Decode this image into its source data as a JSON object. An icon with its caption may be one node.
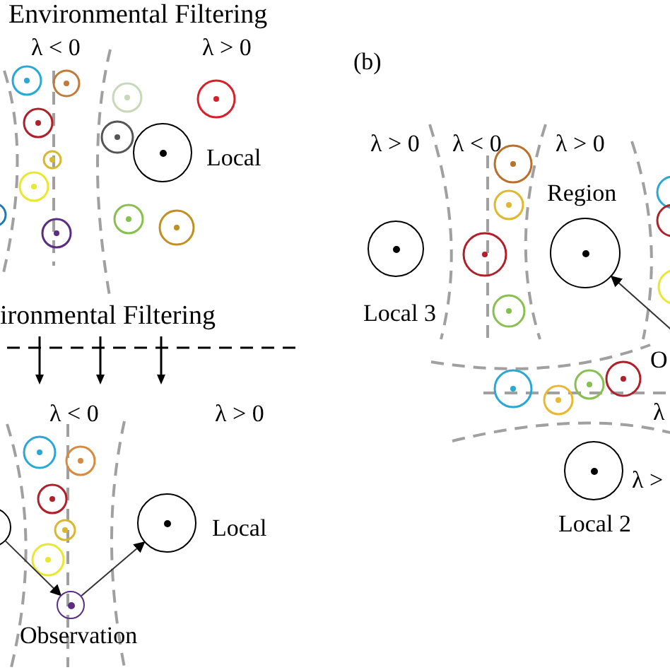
{
  "diagram": {
    "nodes": [
      {
        "text": [],
        "beside": [
          "Local"
        ],
        "shape": "circle"
      },
      {
        "text": [],
        "shape": "circle"
      },
      {
        "text": [],
        "beside": [
          "Observation"
        ],
        "shape": "circle"
      },
      {
        "text": [],
        "beside": [
          "Local"
        ],
        "shape": "circle"
      },
      {
        "text": [],
        "beside": [
          "Local 3"
        ],
        "shape": "circle"
      },
      {
        "text": [],
        "beside": [
          "Region"
        ],
        "shape": "circle"
      },
      {
        "text": [],
        "beside": [
          "Local 2"
        ],
        "shape": "circle"
      }
    ],
    "edges": [
      {
        "from": 1,
        "to": 2,
        "arrow": "to"
      },
      {
        "from": 2,
        "to": 3,
        "arrow": "to"
      },
      {
        "from": null,
        "to": 5,
        "arrow": "to"
      }
    ],
    "labels": [
      "Environmental Filtering",
      "λ < 0",
      "λ > 0",
      "ironmental Filtering",
      "λ < 0",
      "λ > 0",
      "(b)",
      "λ > 0",
      "λ < 0",
      "λ > 0",
      "O",
      "λ",
      "λ >"
    ]
  }
}
